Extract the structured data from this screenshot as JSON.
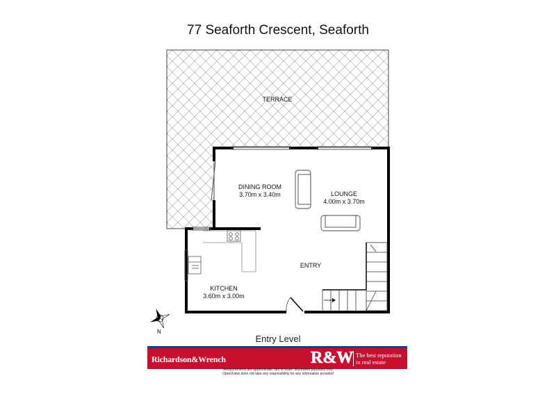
{
  "title": "77 Seaforth Crescent, Seaforth",
  "rooms": {
    "terrace": {
      "name": "TERRACE"
    },
    "dining": {
      "name": "DINING ROOM",
      "dims": "3.70m x 3.40m"
    },
    "lounge": {
      "name": "LOUNGE",
      "dims": "4.00m x 3.70m"
    },
    "entry": {
      "name": "ENTRY"
    },
    "kitchen": {
      "name": "KITCHEN",
      "dims": "3.60m x 3.00m"
    }
  },
  "compass": {
    "north_label": "N"
  },
  "level_label": "Entry Level",
  "banner": {
    "brand": "Richardson&Wrench",
    "logo": "R&W",
    "tagline_line1": "The best reputation",
    "tagline_line2": "in real estate"
  },
  "disclaimer": {
    "line1": "Measurements are approximate. Not to scale. Illustrative purposes only",
    "line2": "Open2view does not take any responsibility for any information provided"
  },
  "colors": {
    "banner_red": "#c8102e",
    "banner_blue": "#1a3a8c",
    "wall": "#000000"
  }
}
